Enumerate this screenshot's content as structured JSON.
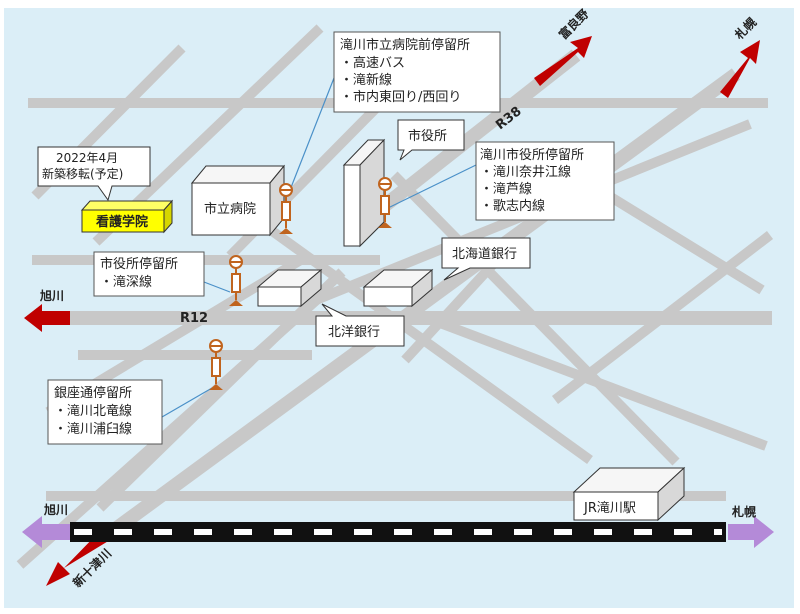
{
  "colors": {
    "background": "#dbeef7",
    "road": "#c8c8c8",
    "arrow_road": "#c00000",
    "arrow_rail": "#b48ad8",
    "bus_stop": "#c0641e",
    "callout_line": "#4a90c8",
    "school_fill": "#ffff00"
  },
  "routes": {
    "r38": "R38",
    "r12": "R12"
  },
  "directions": {
    "furano": "富良野",
    "sapporo_road": "札幌",
    "asahikawa_road": "旭川",
    "shintotsukawa": "新十津川",
    "asahikawa_rail": "旭川",
    "sapporo_rail": "札幌"
  },
  "buildings": {
    "hospital": "市立病院",
    "city_hall": "市役所",
    "hokkaido_bank": "北海道銀行",
    "hokuyo_bank": "北洋銀行",
    "station": "JR滝川駅",
    "nursing_school": "看護学院",
    "school_note_line1": "2022年4月",
    "school_note_line2": "新築移転(予定)"
  },
  "bus_stops": {
    "hospital_stop": {
      "title": "滝川市立病院前停留所",
      "lines": [
        "・高速バス",
        "・滝新線",
        "・市内東回り/西回り"
      ]
    },
    "city_hall_stop": {
      "title": "滝川市役所停留所",
      "lines": [
        "・滝川奈井江線",
        "・滝芦線",
        "・歌志内線"
      ]
    },
    "shiyakusho_stop": {
      "title": "市役所停留所",
      "lines": [
        "・滝深線"
      ]
    },
    "ginza_stop": {
      "title": "銀座通停留所",
      "lines": [
        "・滝川北竜線",
        "・滝川浦臼線"
      ]
    }
  }
}
